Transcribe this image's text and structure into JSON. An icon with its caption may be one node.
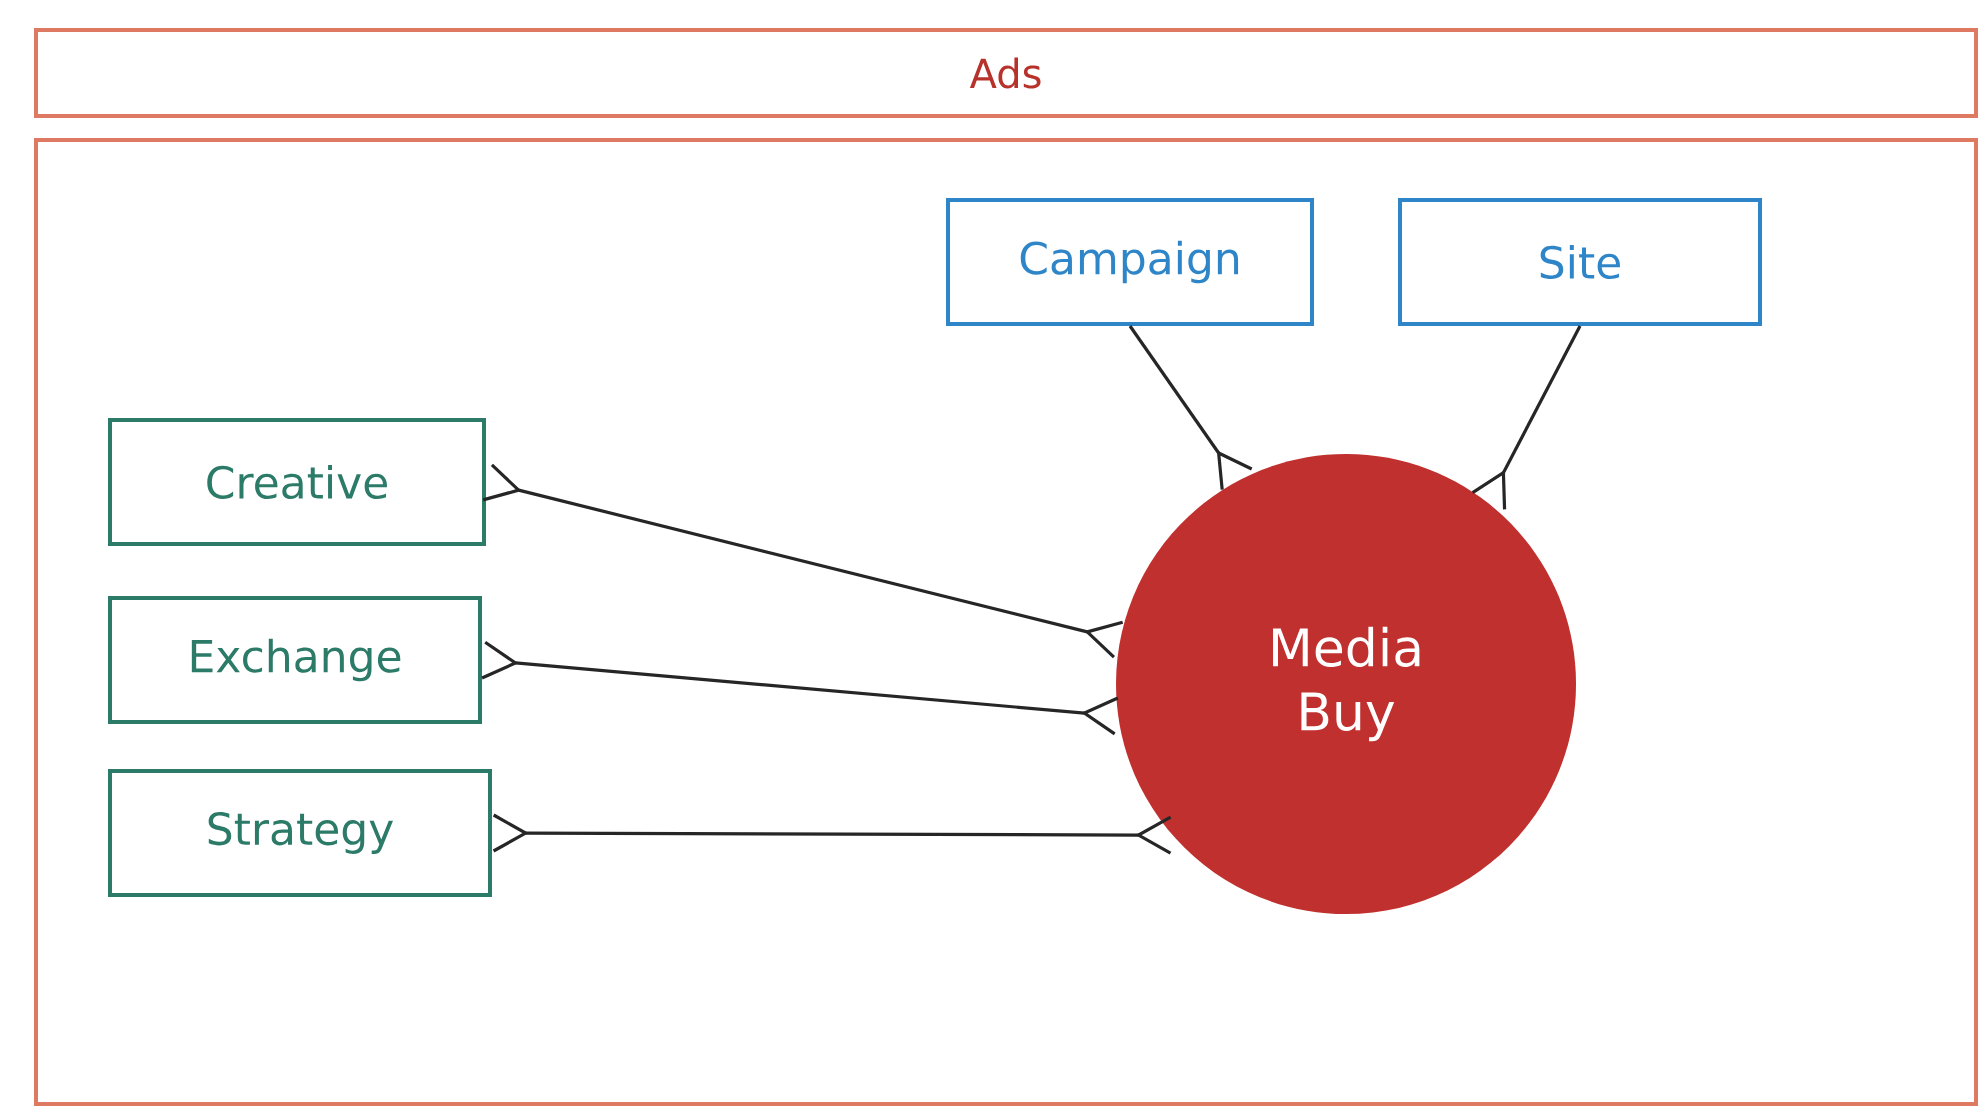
{
  "diagram": {
    "nodes": [
      {
        "text": [
          "Ads"
        ]
      },
      {
        "text": [],
        "shape": "box"
      },
      {
        "text": [
          "Campaign"
        ],
        "in": 1
      },
      {
        "text": [
          "Site"
        ],
        "in": 1
      },
      {
        "text": [
          "Creative"
        ],
        "in": 1
      },
      {
        "text": [
          "Exchange"
        ],
        "in": 1
      },
      {
        "text": [
          "Strategy"
        ],
        "in": 1
      },
      {
        "text": [
          "Media Buy"
        ],
        "in": 1
      }
    ],
    "edges": [
      {
        "from": 2,
        "to": 7,
        "arrow": "other"
      },
      {
        "from": 3,
        "to": 7,
        "arrow": "other"
      },
      {
        "from": 4,
        "to": 7,
        "arrow": "other"
      },
      {
        "from": 5,
        "to": 7,
        "arrow": "other"
      },
      {
        "from": 6,
        "to": 7,
        "arrow": "other"
      }
    ]
  }
}
